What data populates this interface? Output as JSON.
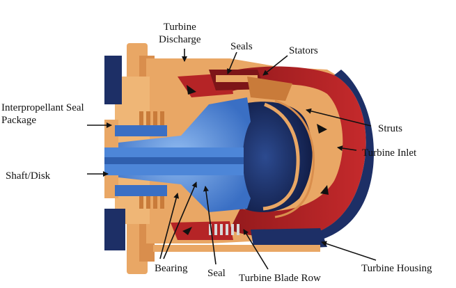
{
  "labels": {
    "turbine_discharge": [
      "Turbine",
      "Discharge"
    ],
    "seals": "Seals",
    "stators": "Stators",
    "interpropellant_seal": [
      "Interpropellant Seal",
      "Package"
    ],
    "struts": "Struts",
    "turbine_inlet": "Turbine Inlet",
    "shaft_disk": "Shaft/Disk",
    "bearing": "Bearing",
    "seal": "Seal",
    "turbine_blade_row": "Turbine Blade Row",
    "turbine_housing": "Turbine Housing"
  },
  "colors": {
    "housing_orange": "#e9a765",
    "housing_orange_dark": "#c97b3a",
    "blue_shaft": "#4d86d8",
    "blue_light": "#7fb0ea",
    "navy": "#1d2f66",
    "navy_dark": "#101c46",
    "red_inlet": "#b52426",
    "red_dark": "#7d1518",
    "arrow": "#111111"
  }
}
